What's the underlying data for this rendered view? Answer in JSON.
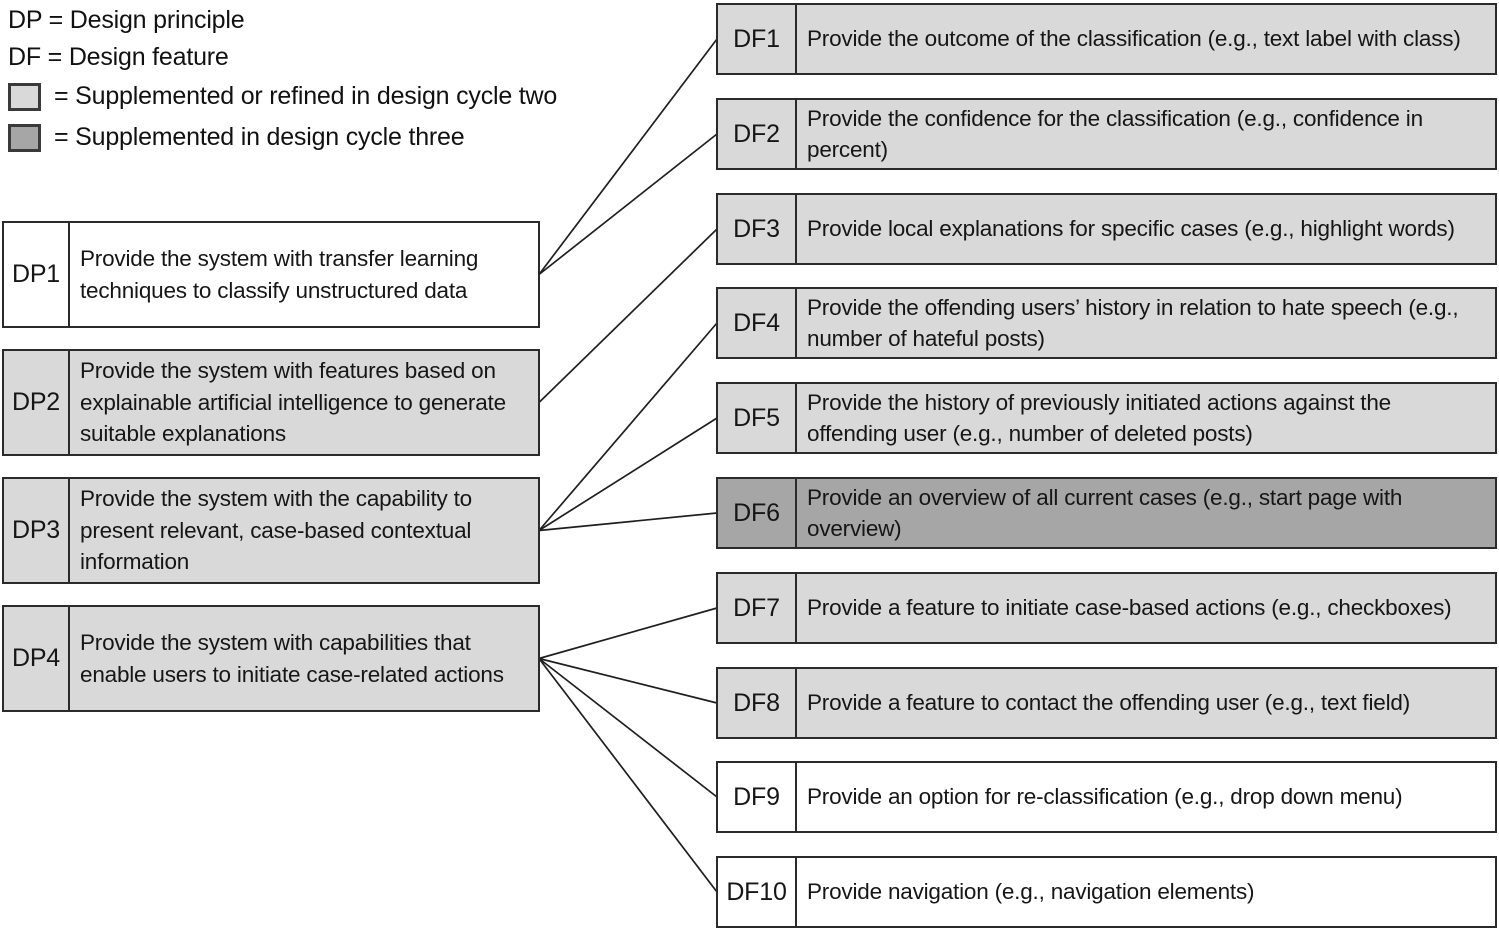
{
  "legend": {
    "lines": [
      {
        "swatch": "none",
        "text": "DP = Design principle"
      },
      {
        "swatch": "none",
        "text": "DF = Design feature"
      },
      {
        "swatch": "light",
        "text": "= Supplemented or refined in design cycle two"
      },
      {
        "swatch": "dark",
        "text": "= Supplemented in design cycle three"
      }
    ]
  },
  "colors": {
    "light_gray": "#d9d9d9",
    "dark_gray": "#a6a6a6",
    "white": "#ffffff",
    "border": "#2b2b2b",
    "line": "#1f1f1f"
  },
  "design_principles": [
    {
      "id": "DP1",
      "shade": "white",
      "text": "Provide the system with transfer learning techniques to classify unstructured data"
    },
    {
      "id": "DP2",
      "shade": "light",
      "text": "Provide the system with features based on explainable artificial intelligence to generate suitable explanations"
    },
    {
      "id": "DP3",
      "shade": "light",
      "text": "Provide the system with the capability to present relevant, case-based contextual information"
    },
    {
      "id": "DP4",
      "shade": "light",
      "text": "Provide the system with capabilities that enable users to initiate case-related actions"
    }
  ],
  "design_features": [
    {
      "id": "DF1",
      "shade": "light",
      "text": "Provide the outcome of the classification (e.g., text label with class)"
    },
    {
      "id": "DF2",
      "shade": "light",
      "text": "Provide the confidence for the classification (e.g., confidence in percent)"
    },
    {
      "id": "DF3",
      "shade": "light",
      "text": "Provide local explanations for specific cases (e.g., highlight words)"
    },
    {
      "id": "DF4",
      "shade": "light",
      "text": "Provide the offending users’ history in relation to hate speech (e.g., number of hateful posts)"
    },
    {
      "id": "DF5",
      "shade": "light",
      "text": "Provide the history of previously initiated actions against the offending user (e.g., number of deleted posts)"
    },
    {
      "id": "DF6",
      "shade": "dark",
      "text": "Provide an overview of all current cases (e.g., start page with overview)"
    },
    {
      "id": "DF7",
      "shade": "light",
      "text": "Provide a feature to initiate case-based actions (e.g., checkboxes)"
    },
    {
      "id": "DF8",
      "shade": "light",
      "text": "Provide a feature to contact the offending user (e.g., text field)"
    },
    {
      "id": "DF9",
      "shade": "white",
      "text": "Provide an option for re-classification (e.g., drop down menu)"
    },
    {
      "id": "DF10",
      "shade": "white",
      "text": "Provide navigation (e.g., navigation elements)"
    }
  ],
  "connections": [
    {
      "from": "DP1",
      "to": [
        "DF1",
        "DF2"
      ]
    },
    {
      "from": "DP2",
      "to": [
        "DF3"
      ]
    },
    {
      "from": "DP3",
      "to": [
        "DF4",
        "DF5",
        "DF6"
      ]
    },
    {
      "from": "DP4",
      "to": [
        "DF7",
        "DF8",
        "DF9",
        "DF10"
      ]
    }
  ]
}
